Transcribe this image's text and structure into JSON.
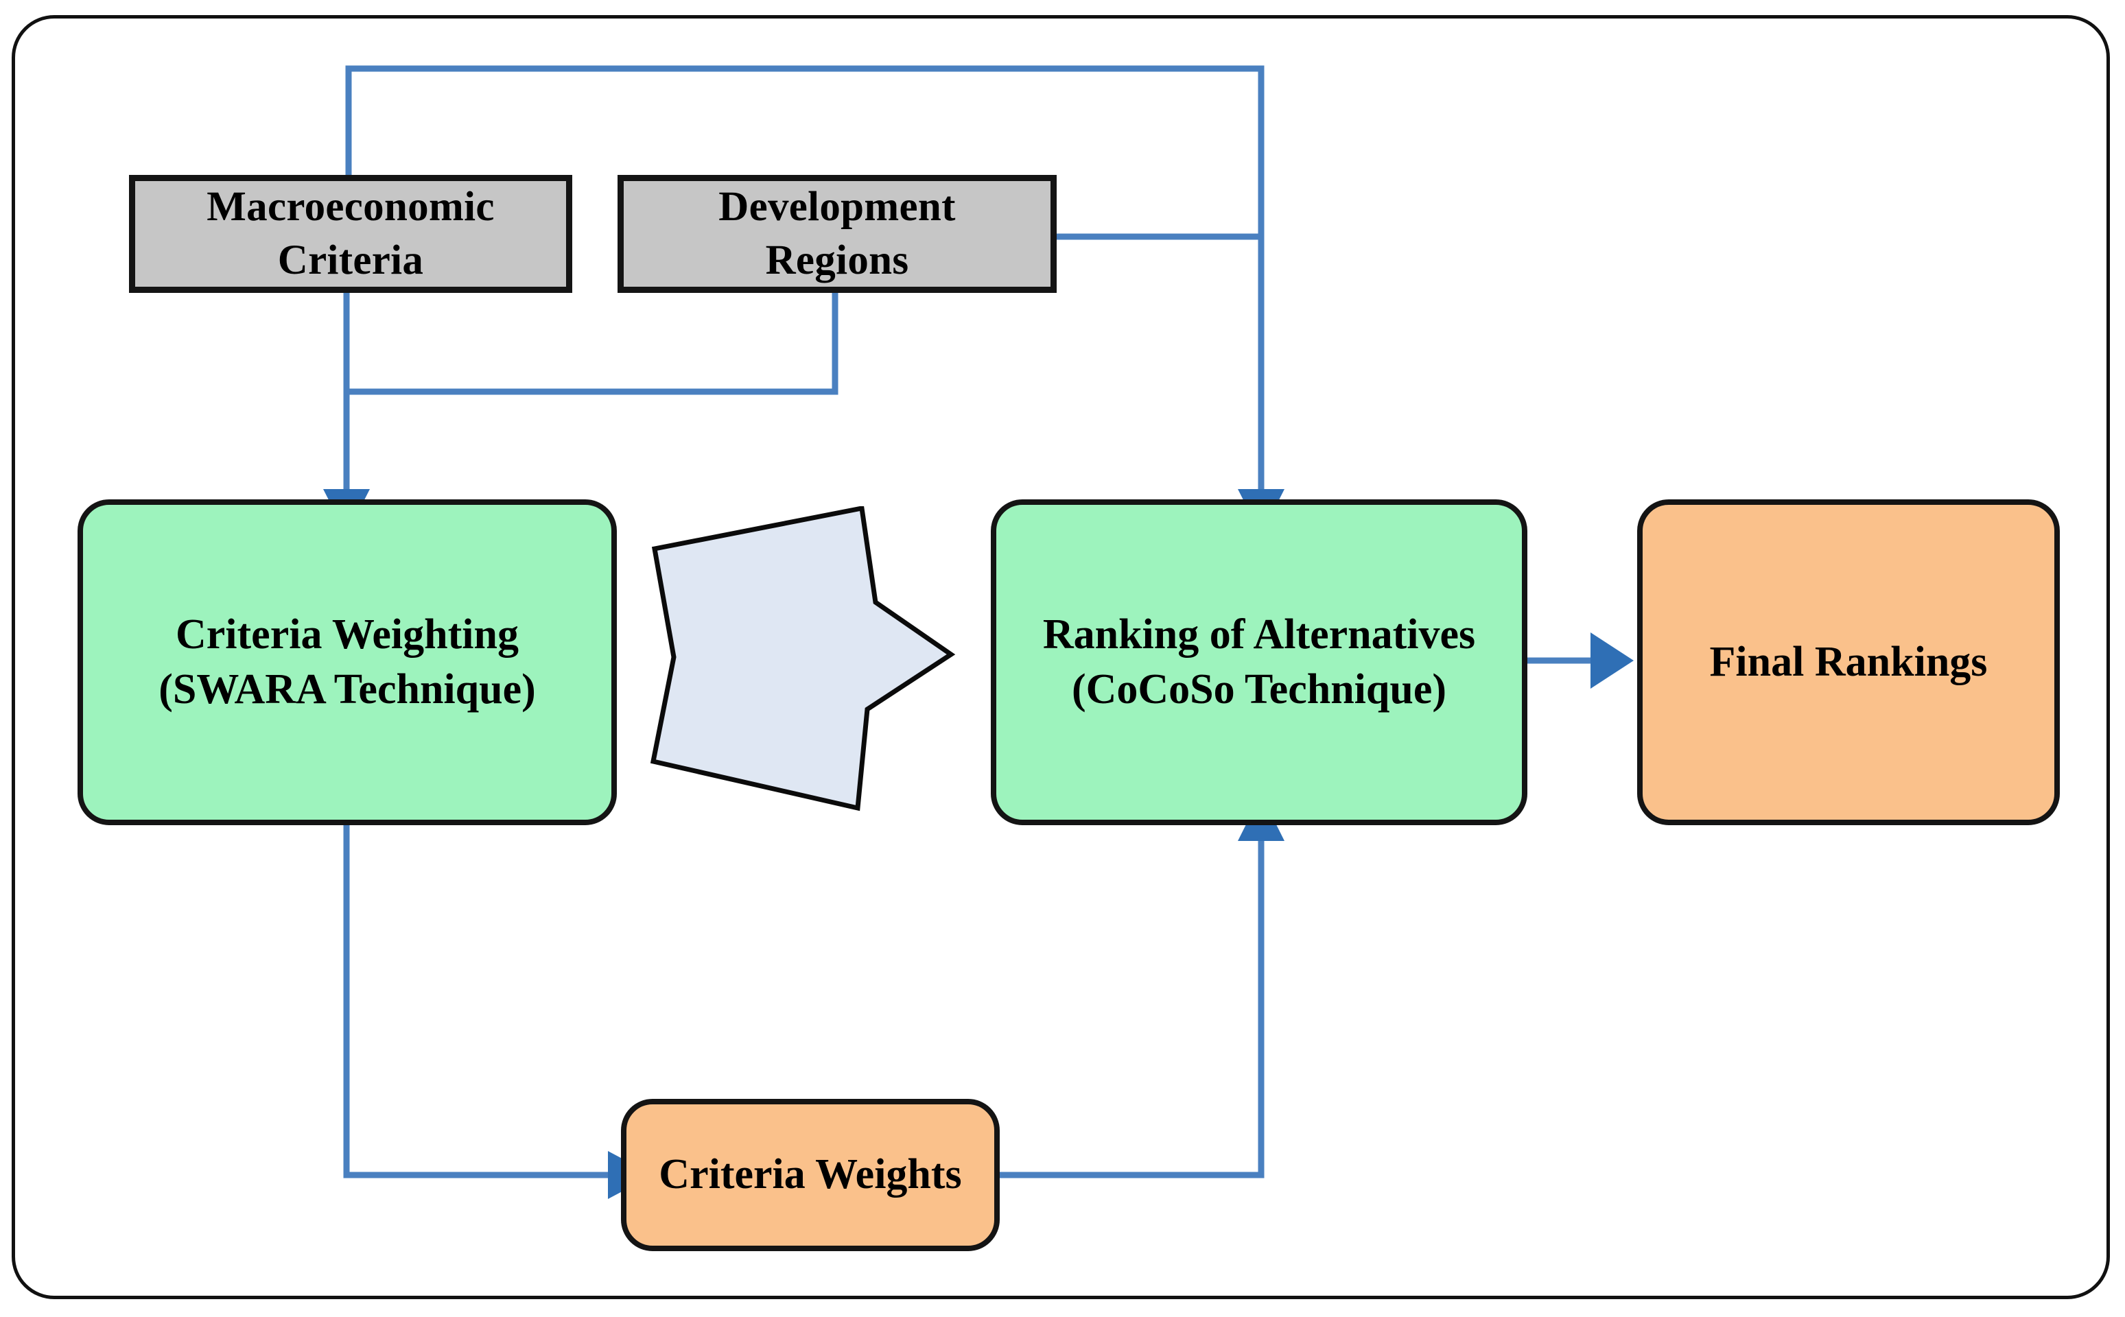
{
  "diagram": {
    "title": "MCDM Methodology Flowchart",
    "type": "flowchart",
    "colors": {
      "frame_border": "#111111",
      "input_fill": "#c6c6c6",
      "process_fill": "#9df3bd",
      "data_fill": "#fac18b",
      "big_arrow_fill": "#dfe7f3",
      "connector_line": "#4a80c0",
      "node_border": "#141414",
      "text": "#000000"
    },
    "nodes": [
      {
        "id": "macroeconomic-criteria",
        "label": "Macroeconomic\nCriteria",
        "shape": "rectangle",
        "fill": "#c6c6c6",
        "role": "input"
      },
      {
        "id": "development-regions",
        "label": "Development\nRegions",
        "shape": "rectangle",
        "fill": "#c6c6c6",
        "role": "input"
      },
      {
        "id": "criteria-weighting",
        "label": "Criteria Weighting\n(SWARA Technique)",
        "shape": "rounded-rectangle",
        "fill": "#9df3bd",
        "role": "process"
      },
      {
        "id": "ranking-of-alternatives",
        "label": "Ranking of Alternatives\n(CoCoSo Technique)",
        "shape": "rounded-rectangle",
        "fill": "#9df3bd",
        "role": "process"
      },
      {
        "id": "final-rankings",
        "label": "Final Rankings",
        "shape": "rounded-rectangle",
        "fill": "#fac18b",
        "role": "output"
      },
      {
        "id": "criteria-weights",
        "label": "Criteria Weights",
        "shape": "rounded-rectangle",
        "fill": "#fac18b",
        "role": "data"
      }
    ],
    "edges": [
      {
        "from": "macroeconomic-criteria",
        "to": "criteria-weighting",
        "style": "orthogonal",
        "arrowhead": "down"
      },
      {
        "from": "development-regions",
        "to": "criteria-weighting",
        "style": "orthogonal",
        "arrowhead": "down"
      },
      {
        "from": "macroeconomic-criteria",
        "to": "ranking-of-alternatives",
        "style": "orthogonal",
        "arrowhead": "down"
      },
      {
        "from": "development-regions",
        "to": "ranking-of-alternatives",
        "style": "orthogonal",
        "arrowhead": "down"
      },
      {
        "from": "criteria-weighting",
        "to": "criteria-weights",
        "style": "orthogonal",
        "arrowhead": "right"
      },
      {
        "from": "criteria-weights",
        "to": "ranking-of-alternatives",
        "style": "orthogonal",
        "arrowhead": "up"
      },
      {
        "from": "ranking-of-alternatives",
        "to": "final-rankings",
        "style": "straight",
        "arrowhead": "right"
      },
      {
        "from": "criteria-weighting",
        "to": "ranking-of-alternatives",
        "style": "block-arrow",
        "arrowhead": "right"
      }
    ],
    "icons": {
      "block_arrow": "block-arrow-right-icon"
    }
  }
}
